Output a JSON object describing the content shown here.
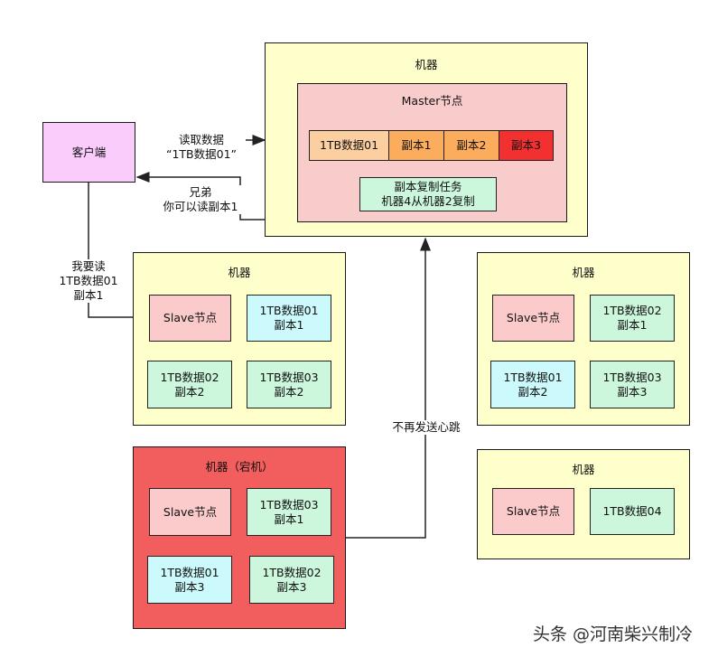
{
  "master_machine": {
    "title": "机器",
    "master_node": {
      "title": "Master节点",
      "data_cells": [
        "1TB数据01",
        "副本1",
        "副本2",
        "副本3"
      ],
      "task": "副本复制任务\n机器4从机器2复制"
    }
  },
  "client": {
    "label": "客户端"
  },
  "edges": {
    "read_request": "读取数据\n“1TB数据01”",
    "reply": "兄弟\n你可以读副本1",
    "client_to_slave": "我要读\n1TB数据01\n副本1",
    "no_heartbeat": "不再发送心跳"
  },
  "machine_2": {
    "title": "机器",
    "cells": [
      "Slave节点",
      "1TB数据01\n副本1",
      "1TB数据02\n副本2",
      "1TB数据03\n副本2"
    ]
  },
  "machine_3": {
    "title": "机器",
    "cells": [
      "Slave节点",
      "1TB数据02\n副本1",
      "1TB数据01\n副本2",
      "1TB数据03\n副本3"
    ]
  },
  "machine_dead": {
    "title": "机器（宕机）",
    "cells": [
      "Slave节点",
      "1TB数据03\n副本1",
      "1TB数据01\n副本3",
      "1TB数据02\n副本3"
    ]
  },
  "machine_4": {
    "title": "机器",
    "cells": [
      "Slave节点",
      "1TB数据04"
    ]
  },
  "watermark": "头条 @河南柴兴制冷",
  "colors": {
    "machine_bg": "#ffffcc",
    "dead_machine_bg": "#f25d5d",
    "master_node_bg": "#f9cccc",
    "slave_node_bg": "#fbcaca",
    "replica_cyan": "#ccfafc",
    "replica_mint": "#ccf7dc",
    "client_bg": "#f9ccfc",
    "replica3_red": "#f33030"
  }
}
